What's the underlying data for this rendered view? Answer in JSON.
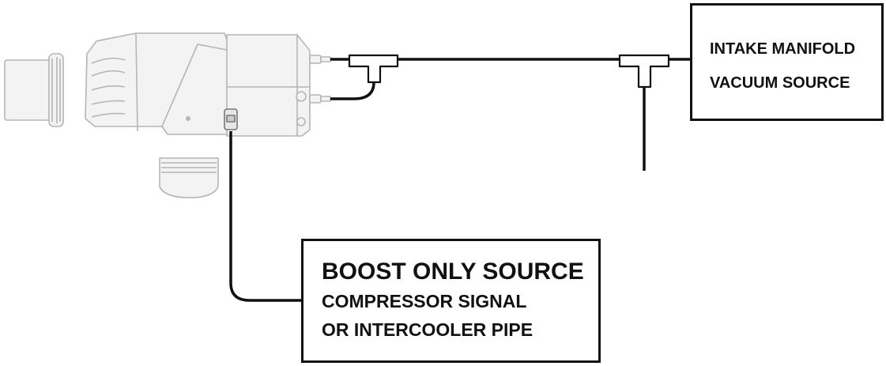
{
  "intake_box": {
    "line1": "INTAKE MANIFOLD",
    "line2": "VACUUM SOURCE"
  },
  "boost_box": {
    "title": "BOOST ONLY SOURCE",
    "line1": "COMPRESSOR SIGNAL",
    "line2": "OR INTERCOOLER PIPE"
  },
  "colors": {
    "line": "#111111",
    "part_outline": "#b5b5b5",
    "part_fill": "#f3f3f3"
  }
}
